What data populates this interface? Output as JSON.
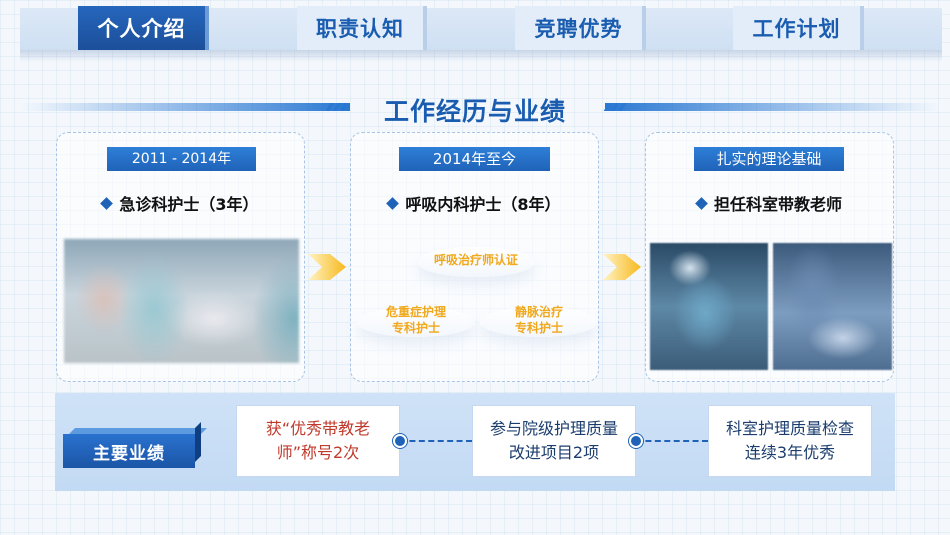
{
  "tabs": [
    {
      "label": "个人介绍",
      "active": true
    },
    {
      "label": "职责认知",
      "active": false
    },
    {
      "label": "竞聘优势",
      "active": false
    },
    {
      "label": "工作计划",
      "active": false
    }
  ],
  "section_title": "工作经历与业绩",
  "cards": [
    {
      "label": "2011 - 2014年",
      "heading": "急诊科护士（3年）"
    },
    {
      "label": "2014年至今",
      "heading": "呼吸内科护士（8年）",
      "pills": [
        {
          "line1": "呼吸治疗师认证",
          "line2": ""
        },
        {
          "line1": "危重症护理",
          "line2": "专科护士"
        },
        {
          "line1": "静脉治疗",
          "line2": "专科护士"
        }
      ]
    },
    {
      "label": "扎实的理论基础",
      "heading": "担任科室带教老师"
    }
  ],
  "achievements": {
    "label": "主要业绩",
    "items": [
      {
        "line1": "获“优秀带教老",
        "line2": "师”称号2次"
      },
      {
        "line1": "参与院级护理质量",
        "line2": "改进项目2项"
      },
      {
        "line1": "科室护理质量检查",
        "line2": "连续3年优秀"
      }
    ]
  },
  "colors": {
    "primary": "#1f63b8",
    "accent": "#f0a81c",
    "highlight_text": "#c0392b"
  },
  "icons": [
    "diamond-bullet-icon",
    "chevron-right-arrow-icon",
    "timeline-dot-icon"
  ]
}
